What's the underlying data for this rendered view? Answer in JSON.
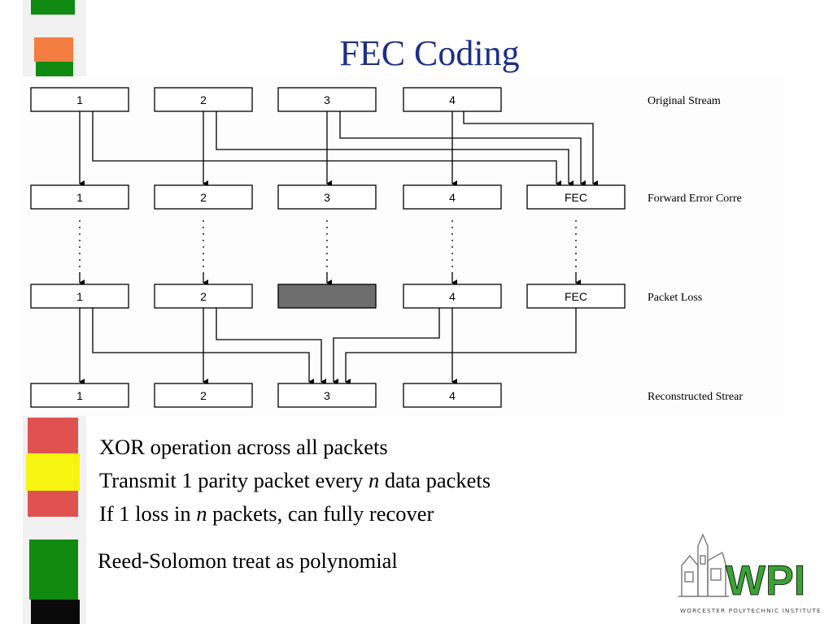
{
  "title": "FEC Coding",
  "diagram": {
    "rows": [
      {
        "label": "Original Stream",
        "boxes": [
          "1",
          "2",
          "3",
          "4"
        ]
      },
      {
        "label": "Forward Error Corre",
        "boxes": [
          "1",
          "2",
          "3",
          "4",
          "FEC"
        ]
      },
      {
        "label": "Packet Loss",
        "boxes": [
          "1",
          "2",
          "",
          "4",
          "FEC"
        ]
      },
      {
        "label": "Reconstructed Strear",
        "boxes": [
          "1",
          "2",
          "3",
          "4"
        ]
      }
    ]
  },
  "bullets": {
    "b1": "XOR operation across all packets",
    "b2_pre": "Transmit 1 parity packet every ",
    "b2_var": "n",
    "b2_post": " data packets",
    "b3_pre": "If 1 loss in ",
    "b3_var": "n",
    "b3_post": " packets, can fully recover",
    "b4": "Reed-Solomon treat as polynomial"
  },
  "logo": {
    "text": "WPI",
    "subtitle": "WORCESTER POLYTECHNIC INSTITUTE"
  },
  "colors": {
    "title": "#1d2f86",
    "lost_packet": "#6e6e6e",
    "logo_green": "#3aa336"
  }
}
